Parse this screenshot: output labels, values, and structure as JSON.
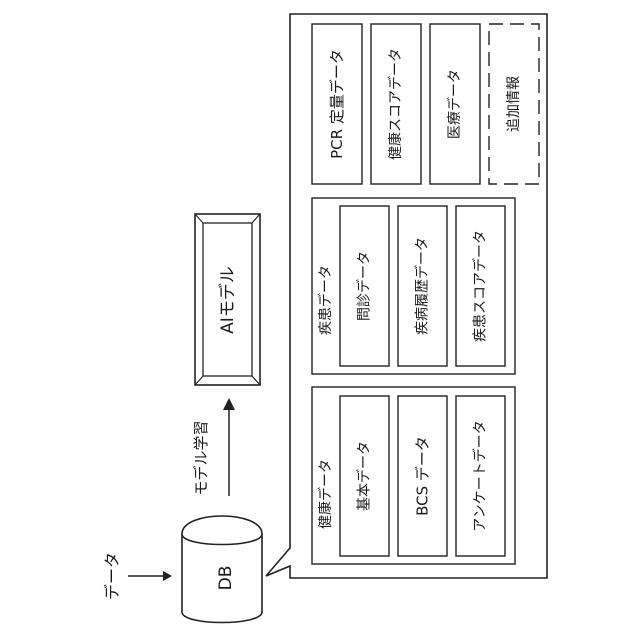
{
  "diagram": {
    "input_label": "データ",
    "db_label": "DB",
    "learning_label": "モデル学習",
    "model_label": "AIモデル",
    "top_row": {
      "pcr": "PCR 定量データ",
      "health_score": "健康スコアデータ",
      "medical": "医療データ",
      "additional": "追加情報"
    },
    "disease_group": {
      "title": "疾患データ",
      "items": [
        "問診データ",
        "疾病履歴データ",
        "疾患スコアデータ"
      ]
    },
    "health_group": {
      "title": "健康データ",
      "items": [
        "基本データ",
        "BCS データ",
        "アンケートデータ"
      ]
    }
  }
}
